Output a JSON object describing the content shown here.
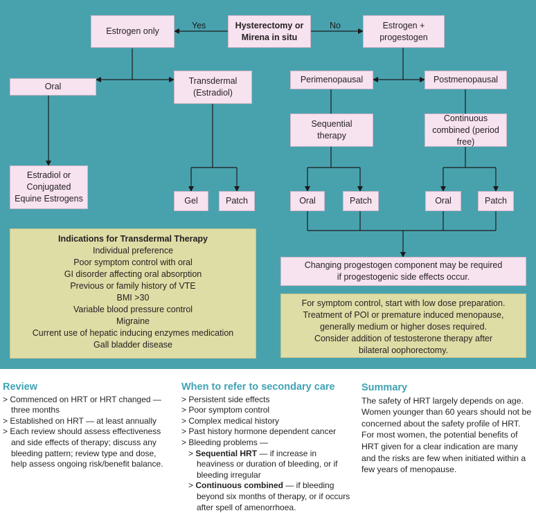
{
  "flowchart": {
    "root": "Hysterectomy or Mirena in situ",
    "yes_label": "Yes",
    "no_label": "No",
    "estrogen_only": "Estrogen only",
    "oral": "Oral",
    "transdermal": "Transdermal (Estradiol)",
    "estradiol_ce": "Estradiol or Conjugated Equine Estrogens",
    "gel": "Gel",
    "patch": "Patch",
    "estrogen_progestogen": "Estrogen + progestogen",
    "perimenopausal": "Perimenopausal",
    "postmenopausal": "Postmenopausal",
    "sequential": "Sequential therapy",
    "continuous": "Continuous combined (period free)",
    "changing_progestogen": "Changing progestogen component may be required if progestogenic side effects occur."
  },
  "indications": {
    "title": "Indications for Transdermal Therapy",
    "items": [
      "Individual preference",
      "Poor symptom control with oral",
      "GI disorder affecting oral absorption",
      "Previous or family history of VTE",
      "BMI >30",
      "Variable blood pressure control",
      "Migraine",
      "Current use of hepatic inducing enzymes medication",
      "Gall bladder disease"
    ]
  },
  "dosing_note": [
    "For symptom control, start with low dose preparation.",
    "Treatment of POI or premature induced menopause,",
    "generally medium or higher doses required.",
    "Consider addition of testosterone therapy after",
    "bilateral oophorectomy."
  ],
  "review": {
    "title": "Review",
    "items": [
      "> Commenced on HRT or HRT changed — three months",
      "> Established on HRT — at least annually",
      "> Each review should assess effectiveness and side effects of therapy; discuss any bleeding pattern; review type and dose, help assess ongoing risk/benefit balance."
    ]
  },
  "refer": {
    "title": "When to refer to secondary care",
    "items": [
      "> Persistent side effects",
      "> Poor symptom control",
      "> Complex medical history",
      "> Past history hormone dependent cancer",
      "> Bleeding problems —"
    ],
    "sub": [
      {
        "prefix": "> ",
        "bold": "Sequential HRT",
        "text": " — if increase in heaviness or duration of bleeding, or if bleeding irregular"
      },
      {
        "prefix": "> ",
        "bold": "Continuous combined",
        "text": " — if bleeding beyond six months of therapy, or if occurs after spell of amenorrhoea."
      }
    ]
  },
  "summary": {
    "title": "Summary",
    "paragraphs": [
      "The safety of HRT largely depends on age. Women younger than 60 years should not be concerned about the safety profile of HRT.",
      "For most women, the potential benefits of HRT given for a clear indication are many and the risks are few when initiated within a few years of menopause."
    ]
  }
}
